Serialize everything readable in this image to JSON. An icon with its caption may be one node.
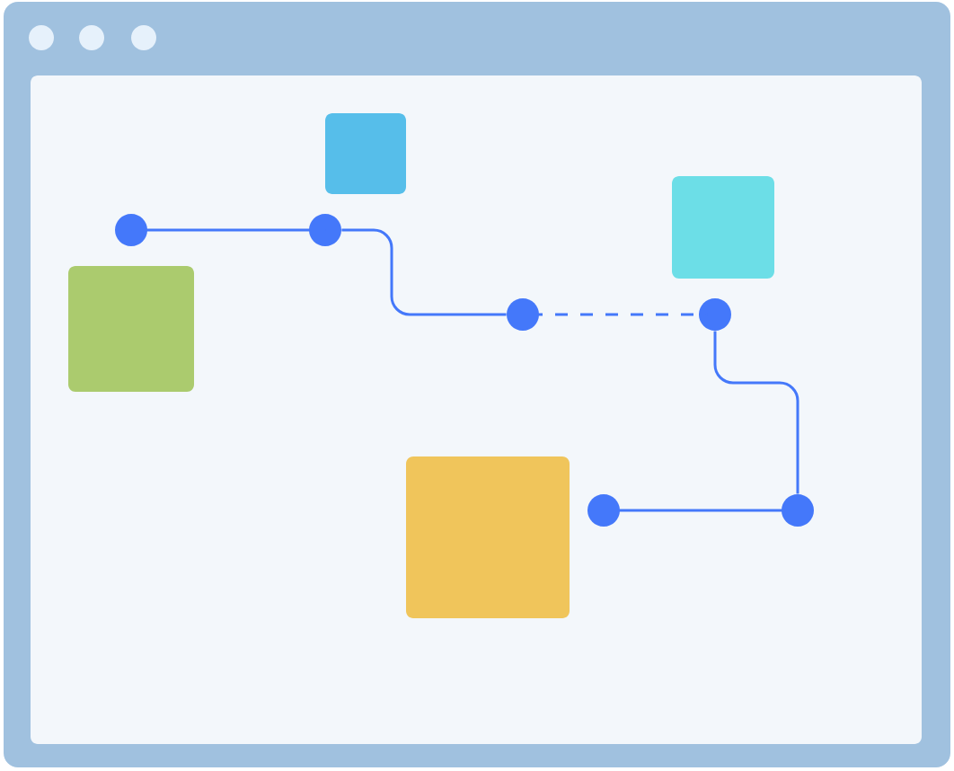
{
  "diagram": {
    "nodes": [
      {
        "text": [],
        "shape": "box"
      },
      {
        "text": [],
        "shape": "box"
      },
      {
        "text": [],
        "shape": "box"
      },
      {
        "text": [],
        "shape": "box"
      },
      {
        "text": [],
        "shape": "circle"
      },
      {
        "text": [],
        "shape": "circle"
      },
      {
        "text": [],
        "shape": "circle"
      },
      {
        "text": [],
        "shape": "circle"
      },
      {
        "text": [],
        "shape": "circle"
      },
      {
        "text": [],
        "shape": "circle"
      }
    ],
    "edges": [
      {
        "from": 4,
        "to": 5,
        "arrow": "none"
      },
      {
        "from": 5,
        "to": 6,
        "arrow": "none"
      },
      {
        "from": 6,
        "to": 8,
        "arrow": "none",
        "style": "dashed"
      },
      {
        "from": 8,
        "to": 9,
        "arrow": "none"
      },
      {
        "from": 9,
        "to": 7,
        "arrow": "none"
      }
    ]
  }
}
